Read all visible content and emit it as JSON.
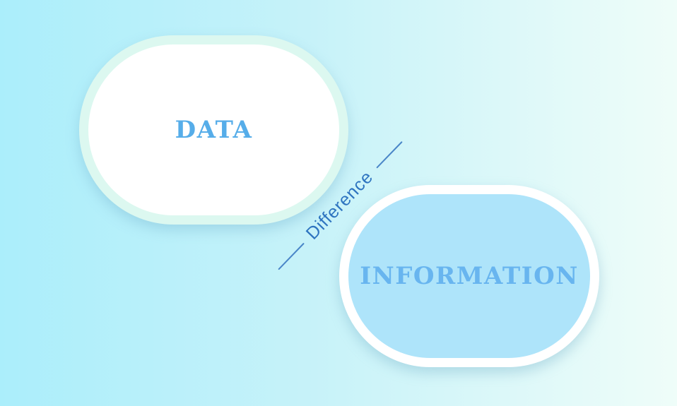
{
  "background": {
    "gradient_left": "#abeefb",
    "gradient_right": "#effdf9"
  },
  "shapes": [
    {
      "label": "DATA",
      "fill": "#ffffff",
      "border_color": "#dcf8f0",
      "text_color": "#56ade9"
    },
    {
      "label": "INFORMATION",
      "fill": "#aee4fa",
      "border_color": "#ffffff",
      "text_color": "#68b5ef"
    }
  ],
  "connector": {
    "label": "Difference",
    "text_color": "#2e74c0",
    "line_color": "#4a86c8"
  }
}
